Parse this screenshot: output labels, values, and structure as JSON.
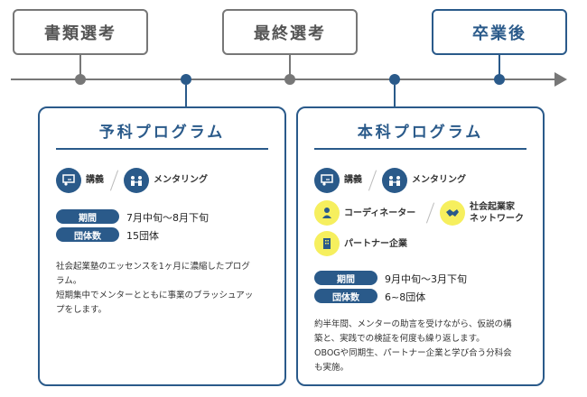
{
  "stages": {
    "document_screening": "書類選考",
    "final_screening": "最終選考",
    "after_graduation": "卒業後"
  },
  "pre_program": {
    "title": "予科プログラム",
    "features": [
      "講義",
      "メンタリング"
    ],
    "period_label": "期間",
    "period_value": "7月中旬〜8月下旬",
    "groups_label": "団体数",
    "groups_value": "15団体",
    "desc_line1": "社会起業塾のエッセンスを1ヶ月に濃縮したプログ",
    "desc_line2": "ラム。",
    "desc_line3": "短期集中でメンターとともに事業のブラッシュアッ",
    "desc_line4": "プをします。"
  },
  "main_program": {
    "title": "本科プログラム",
    "features": [
      "講義",
      "メンタリング",
      "コーディネーター",
      "社会起業家",
      "ネットワーク",
      "パートナー企業"
    ],
    "period_label": "期間",
    "period_value": "9月中旬〜3月下旬",
    "groups_label": "団体数",
    "groups_value": "6~8団体",
    "desc_line1": "約半年間、メンターの助言を受けながら、仮説の構",
    "desc_line2": "築と、実践での検証を何度も繰り返します。",
    "desc_line3": "OBOGや同期生、パートナー企業と学び合う分科会",
    "desc_line4": "も実施。"
  },
  "colors": {
    "navy": "#2a5a8a",
    "gray": "#777777",
    "yellow": "#f6ef5e"
  },
  "icons": [
    "lecture-icon",
    "mentoring-icon",
    "coordinator-icon",
    "handshake-icon",
    "building-icon"
  ]
}
